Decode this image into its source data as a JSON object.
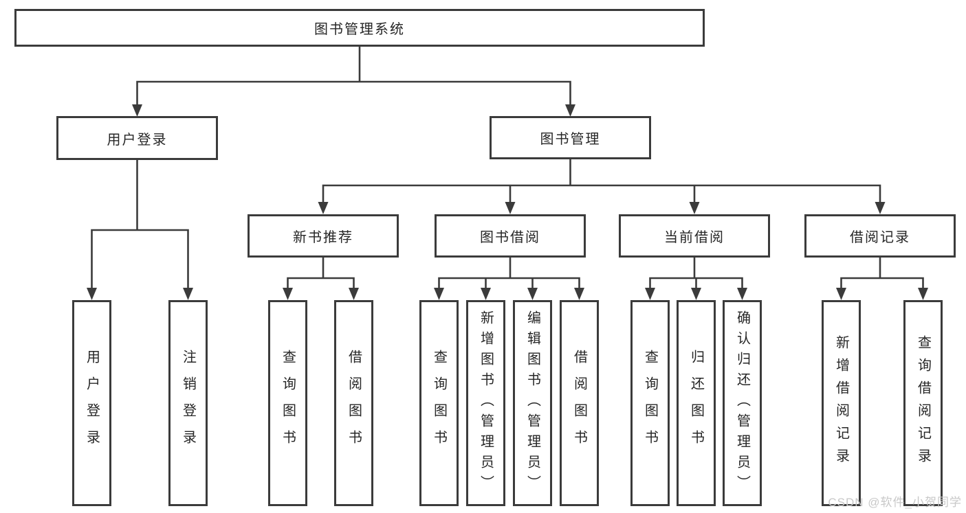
{
  "tree": {
    "root": "图书管理系统",
    "branches": [
      {
        "label": "用户登录",
        "children": [
          "用户登录",
          "注销登录"
        ]
      },
      {
        "label": "图书管理",
        "groups": [
          {
            "label": "新书推荐",
            "children": [
              "查询图书",
              "借阅图书"
            ]
          },
          {
            "label": "图书借阅",
            "children": [
              "查询图书",
              "新增图书（管理员）",
              "编辑图书（管理员）",
              "借阅图书"
            ]
          },
          {
            "label": "当前借阅",
            "children": [
              "查询图书",
              "归还图书",
              "确认归还（管理员）"
            ]
          },
          {
            "label": "借阅记录",
            "children": [
              "新增借阅记录",
              "查询借阅记录"
            ]
          }
        ]
      }
    ]
  },
  "watermark": {
    "text": "CSDN @软件_小贺同学"
  },
  "colors": {
    "line": "#3b3b3b",
    "text": "#262626",
    "background": "#ffffff",
    "watermark": "#c8c8c8"
  }
}
